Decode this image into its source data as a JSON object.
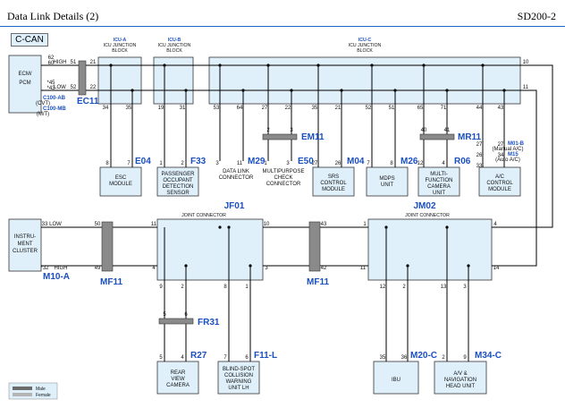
{
  "header": {
    "title": "Data Link Details (2)",
    "code": "SD200-2"
  },
  "network_tag": "C-CAN",
  "blocks": {
    "ecm": {
      "lines": [
        "ECM/",
        "PCM"
      ]
    },
    "icu_a": {
      "id": "ICU-A",
      "line1": "ICU JUNCTION",
      "line2": "BLOCK"
    },
    "icu_b": {
      "id": "ICU-B",
      "line1": "ICU JUNCTION",
      "line2": "BLOCK"
    },
    "icu_c": {
      "id": "ICU-C",
      "line1": "ICU JUNCTION",
      "line2": "BLOCK"
    },
    "cluster": {
      "lines": [
        "INSTRU-",
        "MENT",
        "CLUSTER"
      ]
    },
    "jf01": {
      "id": "JF01",
      "name": "JOINT CONNECTOR"
    },
    "jm02": {
      "id": "JM02",
      "name": "JOINT CONNECTOR"
    }
  },
  "signals": {
    "high": "HIGH",
    "low": "LOW"
  },
  "ecm_pins": {
    "p62": "62",
    "p60": "60",
    "p45": "*45",
    "p43": "*43",
    "p51": "51",
    "p52": "52",
    "p21": "21",
    "p22": "22"
  },
  "ecm_variants": {
    "a_code": "C100-AB",
    "a_note": "(CVT)",
    "b_code": "C100-MB",
    "b_note": "(M/T)"
  },
  "connectors": {
    "ec11": "EC11",
    "em11": "EM11",
    "mr11": "MR11",
    "mf11_left": "MF11",
    "mf11_mid": "MF11",
    "fr31": "FR31",
    "m10a": "M10-A"
  },
  "modules": [
    {
      "name": "esc",
      "code": "E04",
      "lines": [
        "ESC",
        "MODULE"
      ],
      "pins": [
        "8",
        "7"
      ]
    },
    {
      "name": "passenger-occupant",
      "code": "F33",
      "lines": [
        "PASSENGER",
        "OCCUPANT",
        "DETECTION",
        "SENSOR"
      ],
      "pins": [
        "1",
        "2"
      ]
    },
    {
      "name": "data-link",
      "code": "M29",
      "lines": [
        "DATA LINK",
        "CONNECTOR"
      ],
      "pins": [
        "3",
        "11"
      ]
    },
    {
      "name": "multipurpose",
      "code": "E50",
      "lines": [
        "MULTIPURPOSE",
        "CHECK",
        "CONNECTOR"
      ],
      "pins": [
        "1",
        "3"
      ]
    },
    {
      "name": "srs",
      "code": "M04",
      "lines": [
        "SRS",
        "CONTROL",
        "MODULE"
      ],
      "pins": [
        "27",
        "26"
      ]
    },
    {
      "name": "mdps",
      "code": "M26",
      "lines": [
        "MDPS",
        "UNIT"
      ],
      "pins": [
        "7",
        "8"
      ]
    },
    {
      "name": "camera",
      "code": "R06",
      "lines": [
        "MULTI-",
        "FUNCTION",
        "CAMERA",
        "UNIT"
      ],
      "pins": [
        "12",
        "4"
      ]
    },
    {
      "name": "ac",
      "code": "",
      "lines": [
        "A/C",
        "CONTROL",
        "MODULE"
      ],
      "pins": [
        "",
        ""
      ]
    },
    {
      "name": "rear-camera",
      "code": "R27",
      "lines": [
        "REAR",
        "VIEW",
        "CAMERA"
      ],
      "pins": [
        "5",
        "4"
      ]
    },
    {
      "name": "blind-spot",
      "code": "F11-L",
      "lines": [
        "BLIND-SPOT",
        "COLLISION",
        "WARNING",
        "UNIT LH"
      ],
      "pins": [
        "7",
        "6"
      ]
    },
    {
      "name": "ibu",
      "code": "M20-C",
      "lines": [
        "IBU"
      ],
      "pins": [
        "35",
        "36"
      ]
    },
    {
      "name": "av-head",
      "code": "M34-C",
      "lines": [
        "A/V &",
        "NAVIGATION",
        "HEAD UNIT"
      ],
      "pins": [
        "2",
        "9"
      ]
    }
  ],
  "ac_notes": {
    "m01b": "M01-B",
    "m01b_note": "(Manual A/C)",
    "m15": "M15",
    "m15_note": "(Auto A/C)",
    "p27": "27",
    "p26": "26",
    "p33": "33",
    "p34": "34"
  },
  "pins": {
    "icuA_34": "34",
    "icuA_35": "35",
    "icuB_19": "19",
    "icuB_31": "31",
    "icuC_53": "53",
    "icuC_64": "64",
    "icuC_27": "27",
    "icuC_22": "22",
    "icuC_35": "35",
    "icuC_21": "21",
    "icuC_52": "52",
    "icuC_51": "51",
    "icuC_65": "65",
    "icuC_71": "71",
    "icuC_44": "44",
    "icuC_43": "43",
    "icuC_10": "10",
    "icuC_11": "11",
    "em11_2": "2",
    "em11_3": "3",
    "mr11_40": "40",
    "mr11_41": "41",
    "cl_33": "33",
    "cl_32": "*32",
    "mf_50": "50",
    "mf_49": "49",
    "jf_11": "11",
    "jf_10": "10",
    "jf_4": "4",
    "jf_3": "3",
    "jf_9": "9",
    "jf_2": "2",
    "jf_8": "8",
    "jf_1": "1",
    "mf2_43": "43",
    "mf2_42": "42",
    "jm_1": "1",
    "jm_4": "4",
    "jm_11": "11",
    "jm_14": "14",
    "jm_12": "12",
    "jm_2": "2",
    "jm_13": "13",
    "jm_3": "3",
    "fr_5": "5",
    "fr_6": "6"
  },
  "legend": {
    "male": "Male",
    "female": "Female"
  }
}
